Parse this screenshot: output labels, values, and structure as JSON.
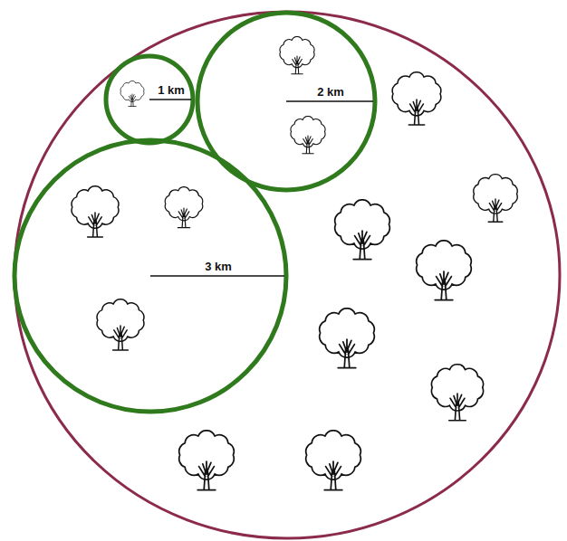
{
  "diagram": {
    "nodes": [
      {
        "text": [
          "1 km"
        ]
      },
      {
        "text": [
          "2 km"
        ]
      },
      {
        "text": [
          "3 km"
        ]
      }
    ]
  }
}
